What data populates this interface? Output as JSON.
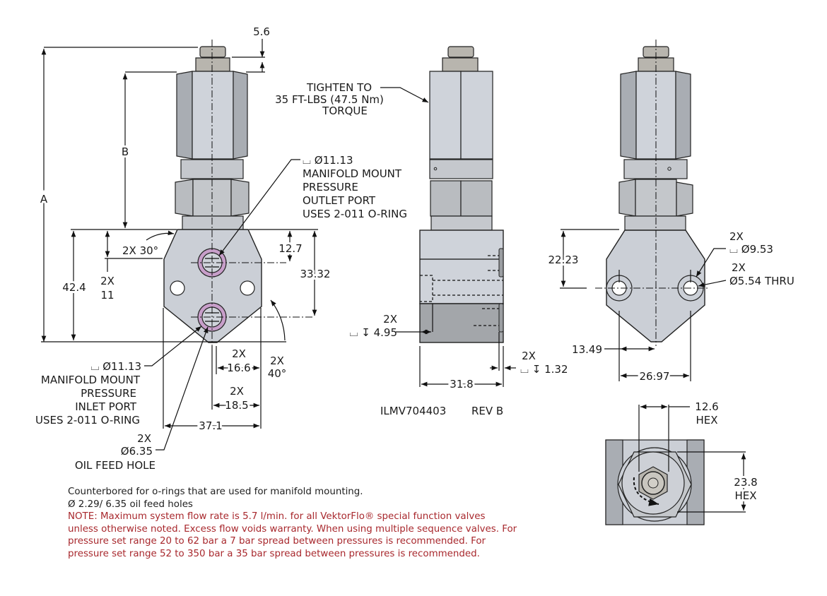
{
  "drawing": {
    "part_number": "ILMV704403",
    "revision": "REV B",
    "colors": {
      "body": "#cbcfd6",
      "oring_port": "#c79ec9",
      "note_red": "#a8282d",
      "text": "#1a1a1a"
    }
  },
  "front_view": {
    "dim_A": "A",
    "dim_B": "B",
    "dim_5_6": "5.6",
    "dim_42_4": "42.4",
    "dim_2x_11": [
      "2X",
      "11"
    ],
    "dim_2x_30": "2X 30°",
    "dim_12_7": "12.7",
    "dim_33_32": "33.32",
    "dim_2x_40": [
      "2X",
      "40°"
    ],
    "dim_2x_16_6": [
      "2X",
      "16.6"
    ],
    "dim_2x_18_5": [
      "2X",
      "18.5"
    ],
    "dim_37_1": "37.1",
    "outlet_callout": [
      "⌴ Ø11.13",
      "MANIFOLD MOUNT",
      "PRESSURE",
      "OUTLET PORT",
      "USES 2-011 O-RING"
    ],
    "inlet_callout": [
      "⌴ Ø11.13",
      "MANIFOLD MOUNT",
      "PRESSURE",
      "INLET PORT",
      "USES 2-011 O-RING"
    ],
    "oil_feed_callout": [
      "2X",
      "Ø6.35",
      "OIL FEED HOLE"
    ]
  },
  "side_view": {
    "torque_callout": [
      "TIGHTEN TO",
      "35 FT-LBS (47.5 Nm)",
      "TORQUE"
    ],
    "dim_4_95": [
      "2X",
      "⌴ ↧ 4.95"
    ],
    "dim_1_32": [
      "2X",
      "⌴ ↧ 1.32"
    ],
    "dim_31_8": "31.8"
  },
  "rear_view": {
    "dim_22_23": "22.23",
    "dim_13_49": "13.49",
    "dim_26_97": "26.97",
    "cbore_callout": [
      "2X",
      "⌴ Ø9.53"
    ],
    "thru_callout": [
      "2X",
      "Ø5.54 THRU"
    ]
  },
  "top_view": {
    "hex_small": [
      "12.6",
      "HEX"
    ],
    "hex_large": [
      "23.8",
      "HEX"
    ]
  },
  "notes": {
    "line1": "Counterbored for o-rings that are used for manifold mounting.",
    "line2": "Ø 2.29/ 6.35 oil feed holes",
    "warning": [
      "NOTE: Maximum system flow rate is 5.7 l/min. for all VektorFlo® special function valves",
      "unless otherwise noted. Excess flow voids warranty. When using multiple sequence valves. For",
      "pressure set range 20 to 62 bar a 7 bar spread between pressures is recommended. For",
      "pressure set range 52 to 350 bar a 35 bar spread between pressures is recommended."
    ]
  }
}
